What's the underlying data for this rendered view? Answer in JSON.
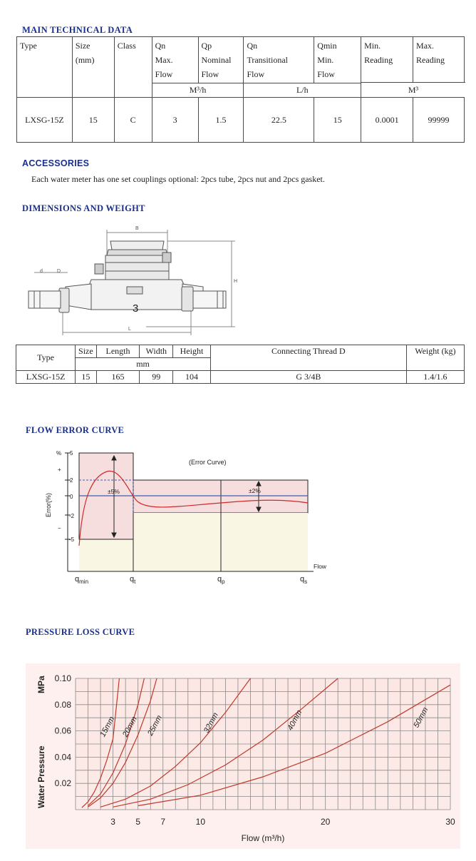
{
  "sections": {
    "main": "MAIN TECHNICAL DATA",
    "accessories": "ACCESSORIES",
    "dimensions": "DIMENSIONS AND WEIGHT",
    "flow_error": "FLOW ERROR CURVE",
    "pressure": "PRESSURE LOSS CURVE"
  },
  "spec_table": {
    "headers": [
      [
        "Type"
      ],
      [
        "Size",
        "(mm)"
      ],
      [
        "Class"
      ],
      [
        "Qn",
        "Max.",
        "Flow"
      ],
      [
        "Qp",
        "Nominal",
        "Flow"
      ],
      [
        "Qn",
        "Transitional",
        "Flow"
      ],
      [
        "Qmin",
        "Min.",
        "Flow"
      ],
      [
        "Min.",
        "Reading"
      ],
      [
        "Max.",
        "Reading"
      ]
    ],
    "units": [
      "M³/h",
      "L/h",
      "M³"
    ],
    "row": [
      "LXSG-15Z",
      "15",
      "C",
      "3",
      "1.5",
      "22.5",
      "15",
      "0.0001",
      "99999"
    ]
  },
  "accessories_text": "Each water meter has one set couplings optional: 2pcs tube, 2pcs nut and 2pcs gasket.",
  "drawing": {
    "label_d": "d",
    "label_D": "D",
    "label_B": "B",
    "label_H": "H",
    "label_L": "L",
    "dial_number": "3"
  },
  "dim_table": {
    "headers": [
      "Type",
      "Size",
      "Length",
      "Width",
      "Height",
      "Connecting Thread D",
      "Weight (kg)"
    ],
    "unit": "mm",
    "row": [
      "LXSG-15Z",
      "15",
      "165",
      "99",
      "104",
      "G 3/4B",
      "1.4/1.6"
    ]
  },
  "error_curve": {
    "title": "(Error Curve)",
    "ylabel": "Error(%)",
    "percent": "%",
    "plus": "+",
    "minus": "−",
    "yticks": [
      "5",
      "2",
      "0",
      "-2",
      "-5"
    ],
    "band_low": "±5%",
    "band_high": "±2%",
    "flow_label": "Flow",
    "x_main": [
      "q",
      "q",
      "q",
      "q"
    ],
    "x_sub": [
      "min",
      "t",
      "p",
      "s"
    ],
    "colors": {
      "band": "#f7dede",
      "lower": "#f9f7e4",
      "curve": "#cc2a2a",
      "axis": "#4060b0"
    }
  },
  "chart_data": {
    "type": "line",
    "ylabel": "Water Pressure MPa",
    "xlabel": "Flow  (m³/h)",
    "xlim": [
      0,
      30
    ],
    "ylim": [
      0,
      0.1
    ],
    "xticks": [
      3,
      5,
      7,
      10,
      20,
      30
    ],
    "yticks": [
      0.02,
      0.04,
      0.06,
      0.08,
      0.1
    ],
    "ytick_labels": [
      "0.02",
      "0.04",
      "0.06",
      "0.08",
      "0.10"
    ],
    "grid": true,
    "series": [
      {
        "name": "15mm",
        "x": [
          0.5,
          1,
          1.5,
          2,
          2.5,
          3,
          3.5
        ],
        "y": [
          0.0015,
          0.006,
          0.0135,
          0.024,
          0.0375,
          0.054,
          0.1
        ]
      },
      {
        "name": "20mm",
        "x": [
          1,
          2,
          3,
          4,
          5,
          5.5
        ],
        "y": [
          0.003,
          0.012,
          0.028,
          0.05,
          0.08,
          0.1
        ]
      },
      {
        "name": "25mm",
        "x": [
          1,
          2,
          3,
          4,
          5,
          6,
          6.5
        ],
        "y": [
          0.002,
          0.009,
          0.02,
          0.036,
          0.057,
          0.083,
          0.1
        ]
      },
      {
        "name": "32mm",
        "x": [
          2,
          4,
          6,
          8,
          10,
          12,
          14
        ],
        "y": [
          0.002,
          0.008,
          0.018,
          0.033,
          0.051,
          0.074,
          0.1
        ]
      },
      {
        "name": "40mm",
        "x": [
          3,
          6,
          9,
          12,
          15,
          18,
          21
        ],
        "y": [
          0.002,
          0.008,
          0.019,
          0.034,
          0.053,
          0.076,
          0.1
        ]
      },
      {
        "name": "50mm",
        "x": [
          5,
          10,
          15,
          20,
          25,
          30
        ],
        "y": [
          0.003,
          0.011,
          0.025,
          0.043,
          0.067,
          0.095
        ]
      }
    ]
  }
}
